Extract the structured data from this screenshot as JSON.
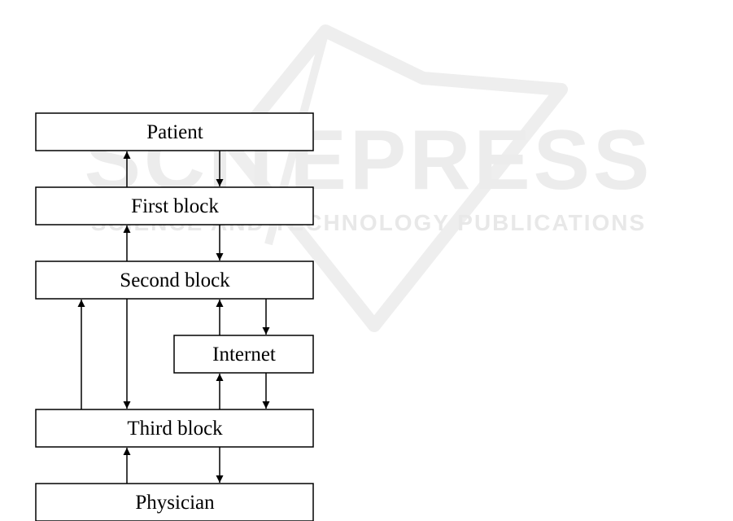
{
  "watermark": {
    "main_text": "SCITEPRESS",
    "sub_text": "SCIENCE AND TECHNOLOGY PUBLICATIONS"
  },
  "diagram": {
    "nodes": {
      "patient": "Patient",
      "first_block": "First block",
      "second_block": "Second block",
      "internet": "Internet",
      "third_block": "Third block",
      "physician": "Physician"
    }
  }
}
